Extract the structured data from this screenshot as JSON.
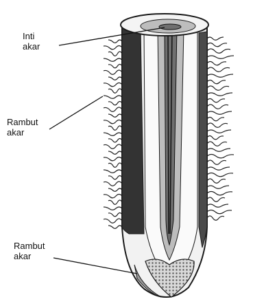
{
  "labels": {
    "core": "Inti\nakar",
    "hair_upper": "Rambut\nakar",
    "hair_lower": "Rambut\nakar"
  },
  "colors": {
    "outline": "#1a1a1a",
    "cortex_dark": "#3a3a3a",
    "vascular": "#6f6f6f",
    "tip_cap": "#9a9a9a",
    "light_fill": "#f4f4f4",
    "mid_fill": "#bdbdbd"
  }
}
